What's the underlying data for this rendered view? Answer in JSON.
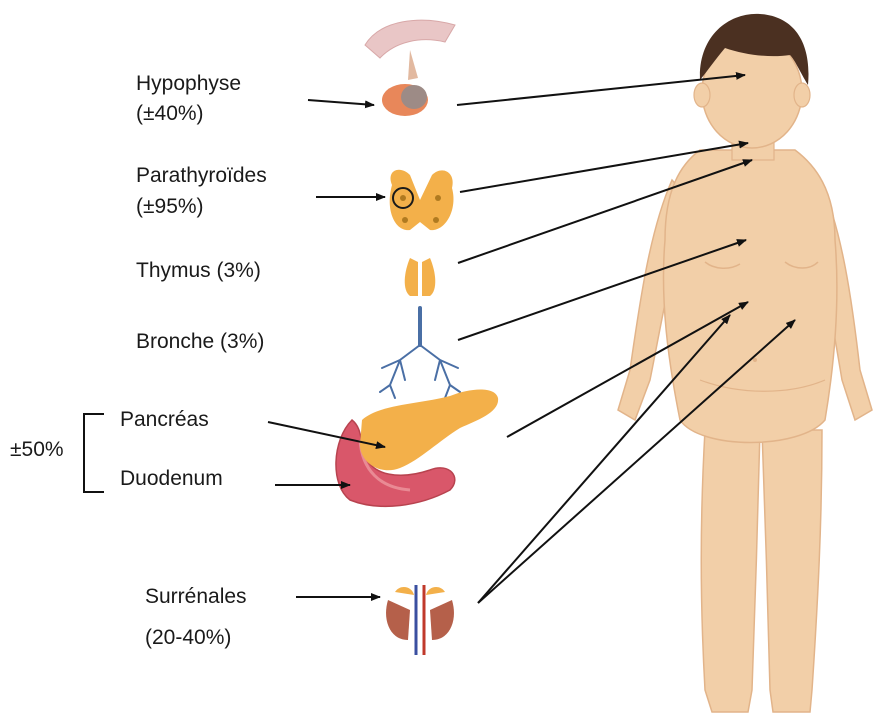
{
  "labels": {
    "hypophyse": "Hypophyse",
    "hypophyse_pct": "(±40%)",
    "parathyroides": "Parathyroïdes",
    "parathyroides_pct": "(±95%)",
    "thymus": "Thymus (3%)",
    "bronche": "Bronche (3%)",
    "pancreas": "Pancréas",
    "duodenum": "Duodenum",
    "group_pct": "±50%",
    "surrenales": "Surrénales",
    "surrenales_pct": "(20-40%)"
  },
  "icons": [
    "pituitary-icon",
    "parathyroid-icon",
    "thymus-icon",
    "bronchi-icon",
    "pancreas-duodenum-icon",
    "adrenal-kidney-icon",
    "child-body-figure"
  ],
  "colors": {
    "skin": "#f2cfa8",
    "skin_shadow": "#e2b48a",
    "hair": "#4b3021",
    "gland": "#f3b04a",
    "pituitary": "#e8875a",
    "bronchi": "#4a6fa5",
    "duodenum": "#d9576a",
    "kidney": "#b5604a",
    "arrow": "#111111"
  }
}
